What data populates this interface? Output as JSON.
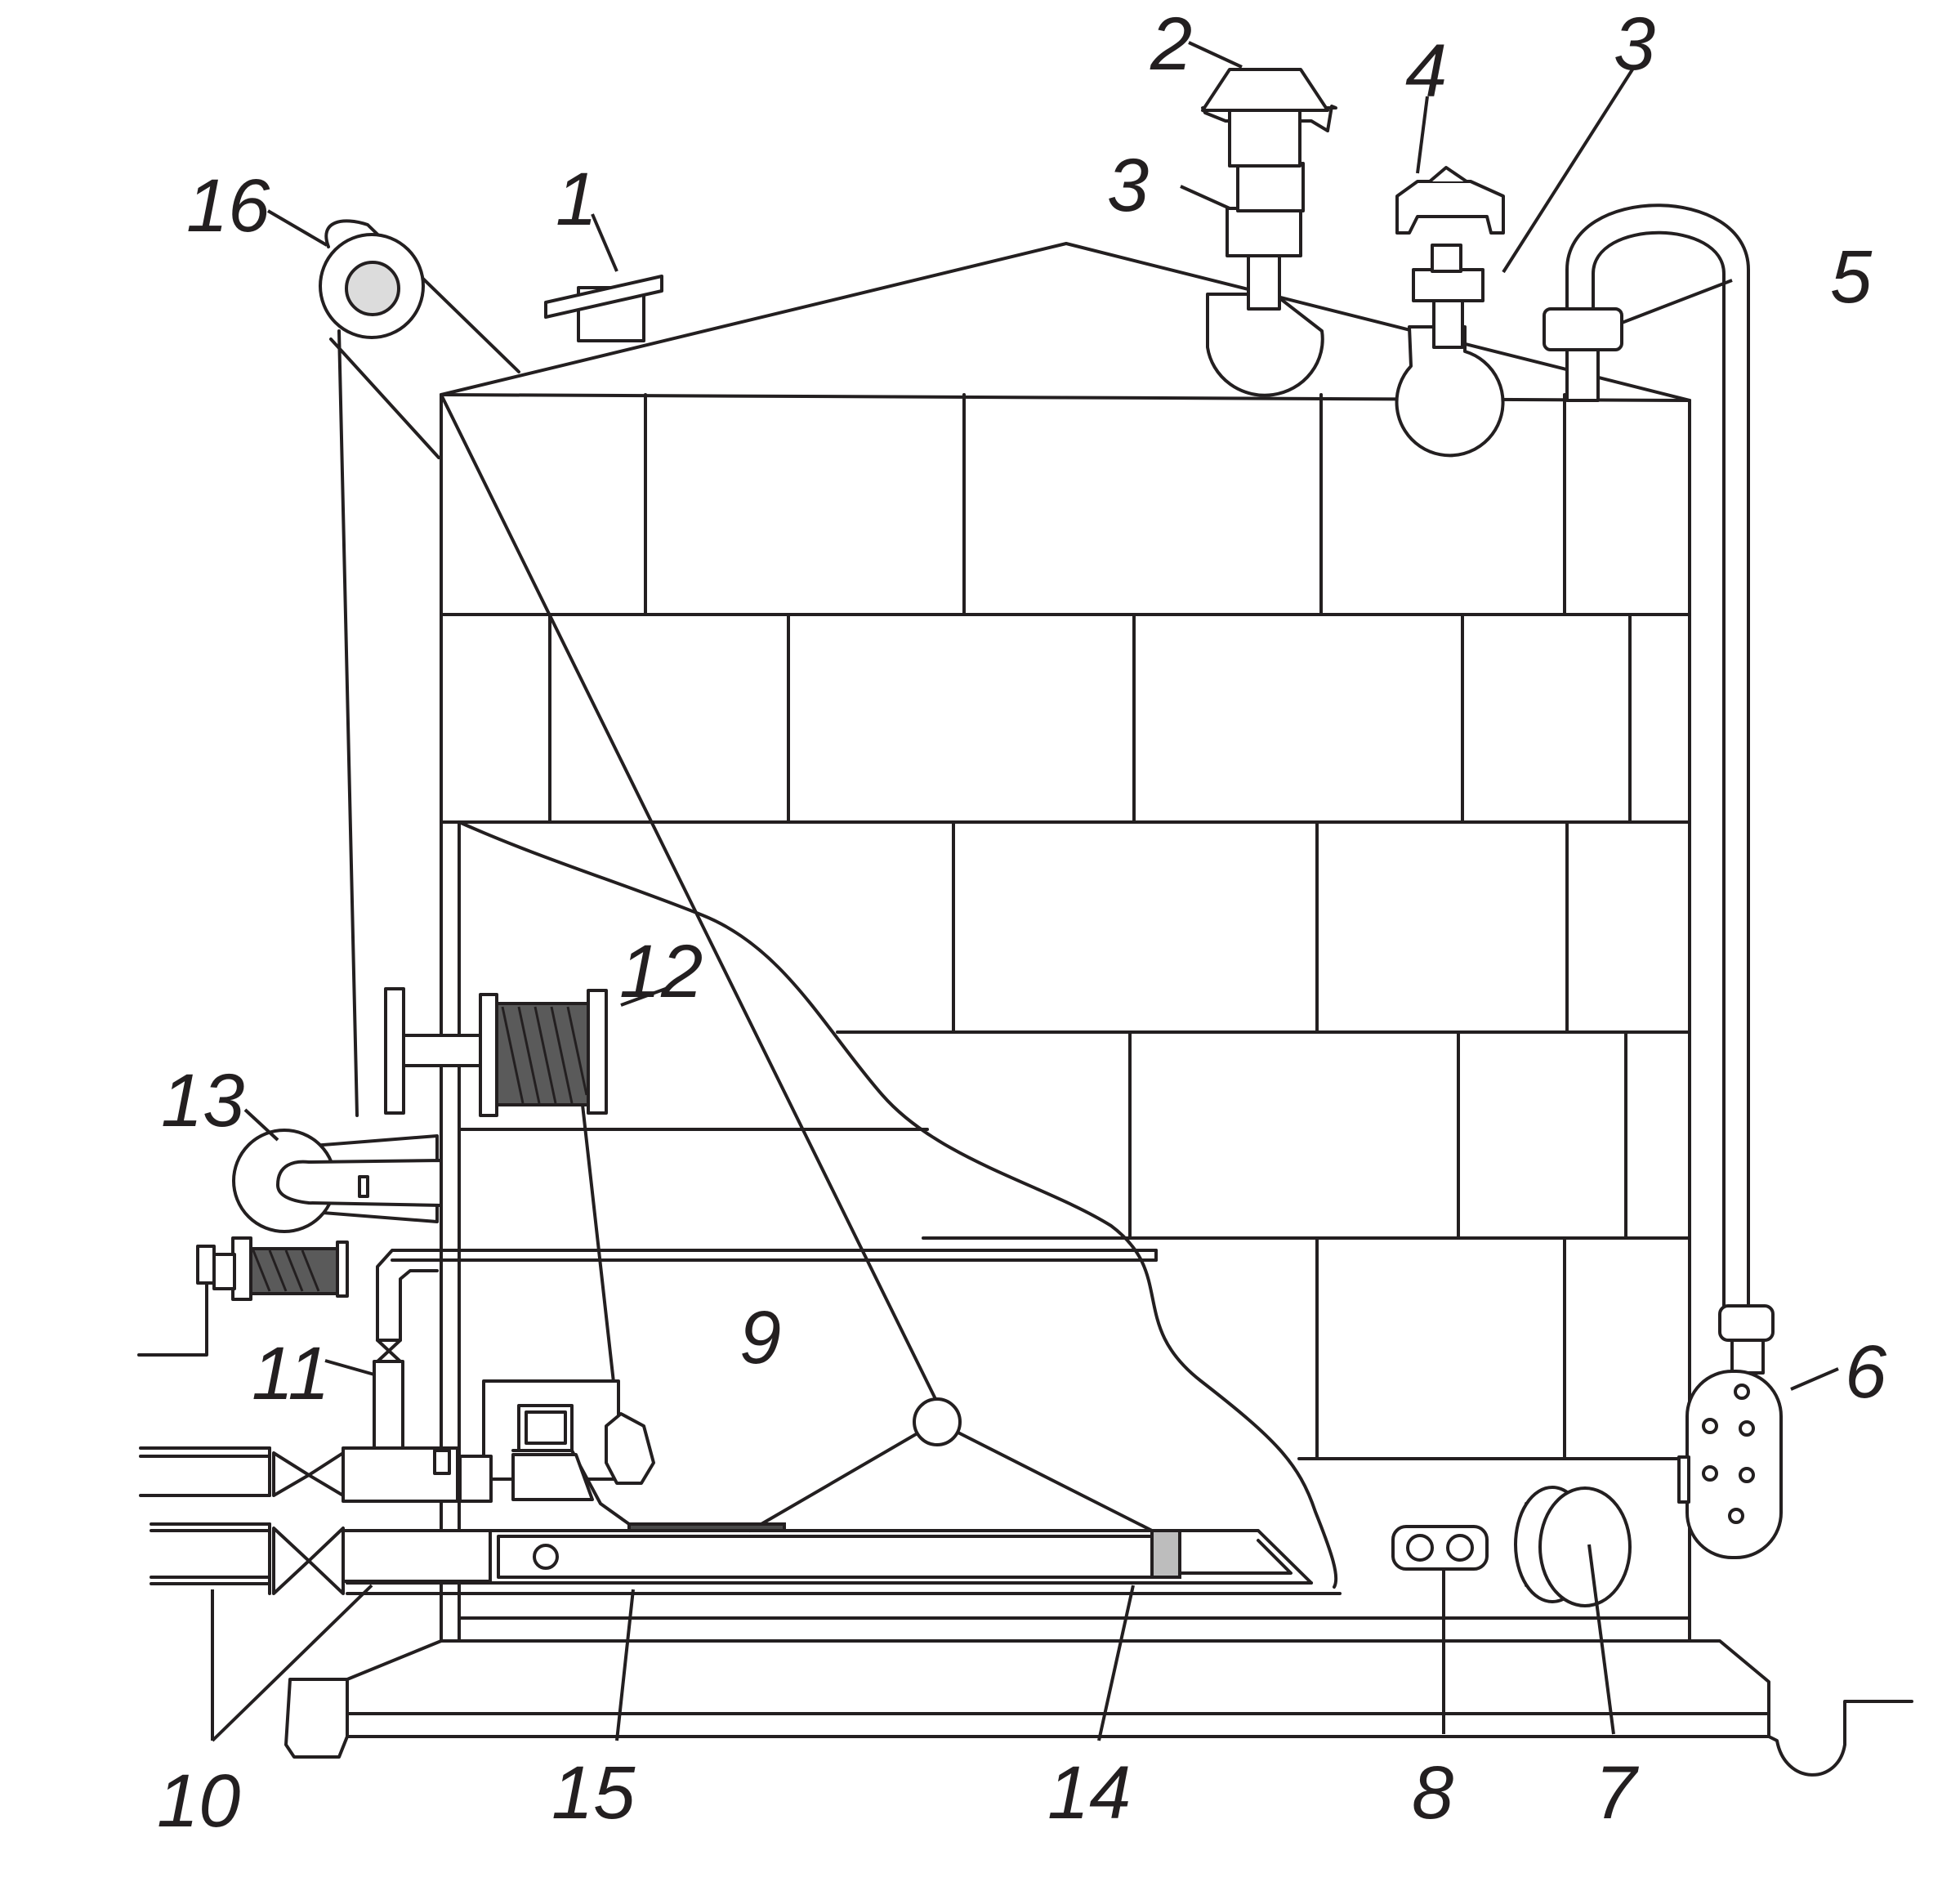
{
  "diagram": {
    "callouts": [
      {
        "id": "1",
        "text": "1"
      },
      {
        "id": "2",
        "text": "2"
      },
      {
        "id": "3a",
        "text": "3"
      },
      {
        "id": "3b",
        "text": "3"
      },
      {
        "id": "4",
        "text": "4"
      },
      {
        "id": "5",
        "text": "5"
      },
      {
        "id": "6",
        "text": "6"
      },
      {
        "id": "7",
        "text": "7"
      },
      {
        "id": "8",
        "text": "8"
      },
      {
        "id": "9",
        "text": "9"
      },
      {
        "id": "10",
        "text": "10"
      },
      {
        "id": "11",
        "text": "11"
      },
      {
        "id": "12",
        "text": "12"
      },
      {
        "id": "13",
        "text": "13"
      },
      {
        "id": "14",
        "text": "14"
      },
      {
        "id": "15",
        "text": "15"
      },
      {
        "id": "16",
        "text": "16"
      }
    ],
    "colors": {
      "line": "#231f20",
      "fill_dark": "#4a4a4a",
      "fill_grey": "#bdbdbd",
      "background": "#ffffff"
    }
  }
}
